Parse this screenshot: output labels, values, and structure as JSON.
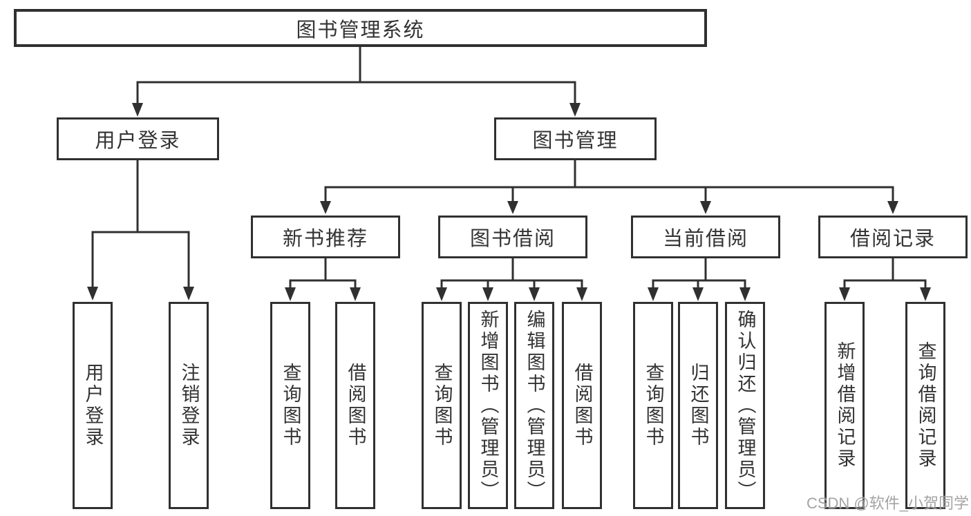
{
  "tree": {
    "label": "图书管理系统",
    "children": [
      {
        "label": "用户登录",
        "children": [
          {
            "label": "用户登录"
          },
          {
            "label": "注销登录"
          }
        ]
      },
      {
        "label": "图书管理",
        "children": [
          {
            "label": "新书推荐",
            "children": [
              {
                "label": "查询图书"
              },
              {
                "label": "借阅图书"
              }
            ]
          },
          {
            "label": "图书借阅",
            "children": [
              {
                "label": "查询图书"
              },
              {
                "label": "新增图书（管理员）"
              },
              {
                "label": "编辑图书（管理员）"
              },
              {
                "label": "借阅图书"
              }
            ]
          },
          {
            "label": "当前借阅",
            "children": [
              {
                "label": "查询图书"
              },
              {
                "label": "归还图书"
              },
              {
                "label": "确认归还（管理员）"
              }
            ]
          },
          {
            "label": "借阅记录",
            "children": [
              {
                "label": "新增借阅记录"
              },
              {
                "label": "查询借阅记录"
              }
            ]
          }
        ]
      }
    ]
  },
  "watermark": {
    "text": "CSDN @软件_小贺同学"
  },
  "colors": {
    "line": "#303030",
    "text": "#333333",
    "watermark": "#9a9a9a",
    "bg": "#ffffff"
  }
}
